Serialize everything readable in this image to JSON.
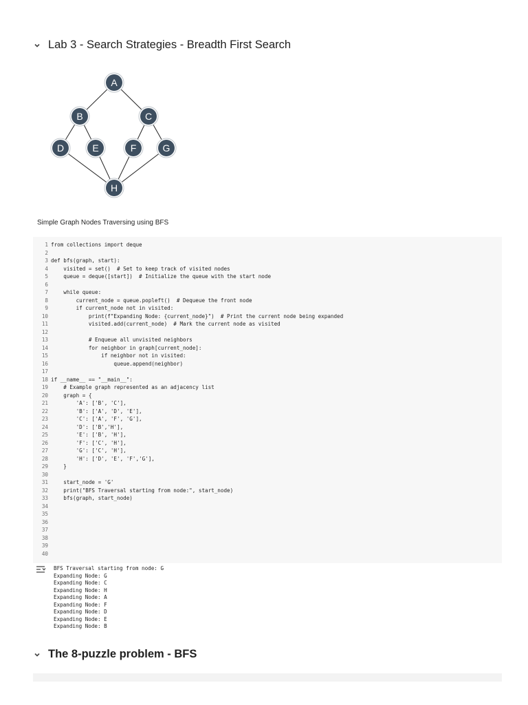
{
  "section1": {
    "title": "Lab 3 - Search Strategies - Breadth First Search"
  },
  "graph": {
    "nodes": [
      "A",
      "B",
      "C",
      "D",
      "E",
      "F",
      "G",
      "H"
    ],
    "node_color": "#3e4f60"
  },
  "caption": "Simple Graph Nodes Traversing using BFS",
  "code": {
    "lines": [
      "from collections import deque",
      "",
      "def bfs(graph, start):",
      "    visited = set()  # Set to keep track of visited nodes",
      "    queue = deque([start])  # Initialize the queue with the start node",
      "",
      "    while queue:",
      "        current_node = queue.popleft()  # Dequeue the front node",
      "        if current_node not in visited:",
      "            print(f\"Expanding Node: {current_node}\")  # Print the current node being expanded",
      "            visited.add(current_node)  # Mark the current node as visited",
      "",
      "            # Enqueue all unvisited neighbors",
      "            for neighbor in graph[current_node]:",
      "                if neighbor not in visited:",
      "                    queue.append(neighbor)",
      "",
      "if __name__ == \"__main__\":",
      "    # Example graph represented as an adjacency list",
      "    graph = {",
      "        'A': ['B', 'C'],",
      "        'B': ['A', 'D', 'E'],",
      "        'C': ['A', 'F', 'G'],",
      "        'D': ['B','H'],",
      "        'E': ['B', 'H'],",
      "        'F': ['C', 'H'],",
      "        'G': ['C', 'H'],",
      "        'H': ['D', 'E', 'F','G'],",
      "    }",
      "",
      "    start_node = 'G'",
      "    print(\"BFS Traversal starting from node:\", start_node)",
      "    bfs(graph, start_node)",
      "",
      "",
      "",
      "",
      "",
      "",
      ""
    ]
  },
  "output": {
    "lines": [
      "BFS Traversal starting from node: G",
      "Expanding Node: G",
      "Expanding Node: C",
      "Expanding Node: H",
      "Expanding Node: A",
      "Expanding Node: F",
      "Expanding Node: D",
      "Expanding Node: E",
      "Expanding Node: B"
    ]
  },
  "section2": {
    "title": "The 8-puzzle problem - BFS"
  }
}
